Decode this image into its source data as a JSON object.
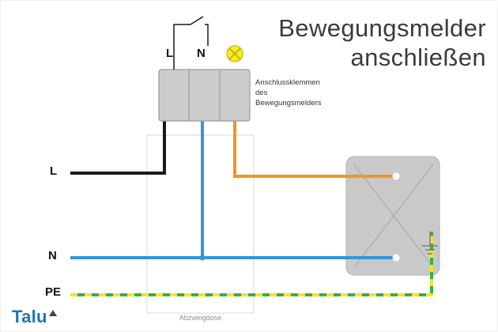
{
  "title": {
    "line1": "Bewegungsmelder",
    "line2": "anschließen"
  },
  "detector": {
    "label_l": "L",
    "label_n": "N",
    "annotation": "Anschlussklemmen des Bewegungsmelders"
  },
  "supply": {
    "label_l": "L",
    "label_n": "N",
    "label_pe": "PE"
  },
  "junction_box": {
    "label": "Abzweigdose"
  },
  "logo": {
    "text": "Talu"
  },
  "icons": {
    "lamp": "lamp-circle-x-icon",
    "switch": "switch-contact-icon",
    "ground": "ground-icon"
  },
  "colors": {
    "wire_l_black": "#1a1a1a",
    "wire_n_blue": "#2f99d8",
    "wire_lamp_orange": "#f5941d",
    "wire_pe_green": "#3bb046",
    "wire_pe_yellow": "#f5e42a",
    "lamp_yellow": "#f8ec20",
    "terminal_block_gray": "#cdcdcd",
    "device_gray": "#c9c9c9",
    "logo_blue": "#1a76b5"
  }
}
